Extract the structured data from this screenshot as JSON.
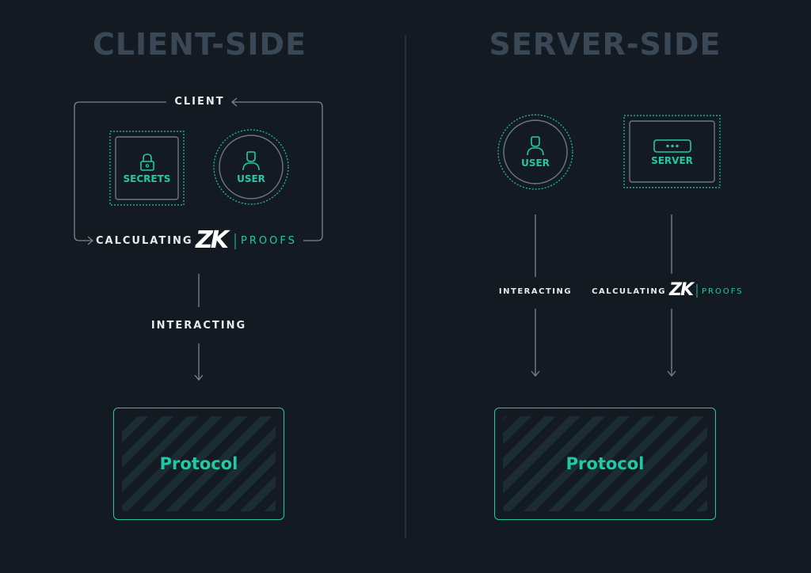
{
  "left": {
    "title": "CLIENT-SIDE",
    "client_label": "CLIENT",
    "secrets_label": "SECRETS",
    "user_label": "USER",
    "calculating_label": "CALCULATING",
    "zk_logo": "ZK",
    "proofs_label": "PROOFS",
    "interacting_label": "INTERACTING",
    "protocol_label": "Protocol"
  },
  "right": {
    "title": "SERVER-SIDE",
    "user_label": "USER",
    "server_label": "SERVER",
    "interacting_label": "INTERACTING",
    "calculating_label": "CALCULATING",
    "zk_logo": "ZK",
    "proofs_label": "PROOFS",
    "protocol_label": "Protocol"
  },
  "icons": {
    "lock": "lock-icon",
    "user": "user-icon",
    "server": "server-icon",
    "arrow": "arrow-icon"
  },
  "colors": {
    "background": "#131a22",
    "accent": "#22c9a4",
    "line": "#7a8591",
    "title": "#3a4856",
    "text": "#e6ebef"
  }
}
